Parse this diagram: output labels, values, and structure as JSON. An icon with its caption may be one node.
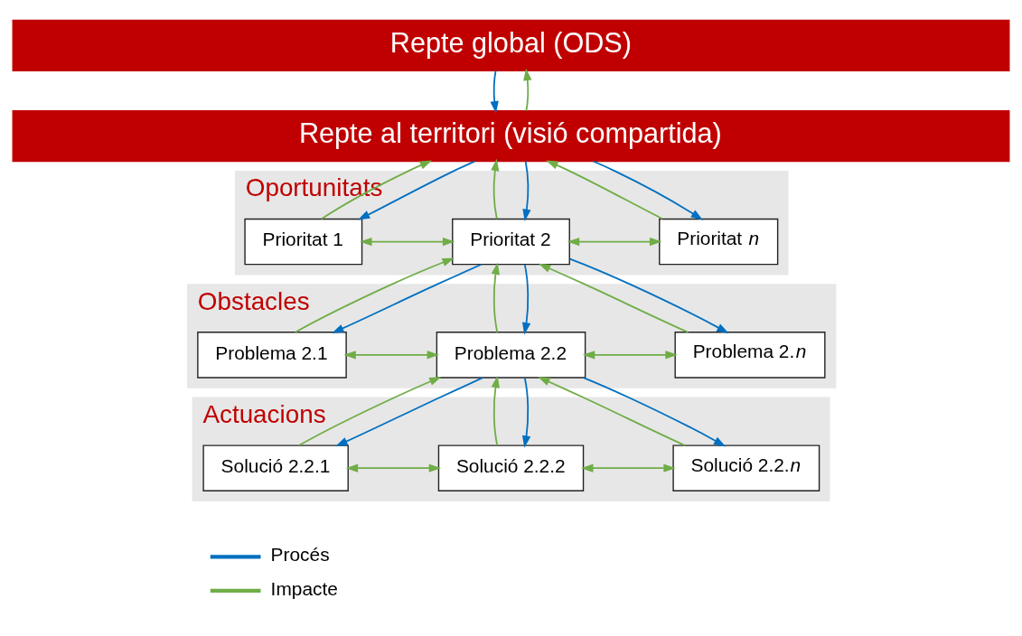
{
  "diagram": {
    "nodes": [
      {
        "text": [
          "Repte global (ODS)"
        ]
      },
      {
        "text": [
          "Repte al territori (visió compartida)"
        ]
      },
      {
        "text": [
          "Oportunitats"
        ]
      },
      {
        "text": [
          "Prioritat 1"
        ],
        "in": 2
      },
      {
        "text": [
          "Prioritat 2"
        ],
        "in": 2
      },
      {
        "text": [
          "Prioritat *n*"
        ],
        "in": 2
      },
      {
        "text": [
          "Obstacles"
        ]
      },
      {
        "text": [
          "Problema 2.1"
        ],
        "in": 6
      },
      {
        "text": [
          "Problema 2.2"
        ],
        "in": 6
      },
      {
        "text": [
          "Problema 2.*n*"
        ],
        "in": 6
      },
      {
        "text": [
          "Actuacions"
        ]
      },
      {
        "text": [
          "Solució 2.2.1"
        ],
        "in": 10
      },
      {
        "text": [
          "Solució 2.2.2"
        ],
        "in": 10
      },
      {
        "text": [
          "Solució 2.2.*n*"
        ],
        "in": 10
      }
    ],
    "edges": [
      {
        "from": 1,
        "to": 0,
        "arrow": "to"
      },
      {
        "from": 0,
        "to": 1,
        "arrow": "to",
        "color": "#0070c0"
      },
      {
        "from": 3,
        "to": 1,
        "arrow": "to"
      },
      {
        "from": 1,
        "to": 3,
        "arrow": "to",
        "color": "#0070c0"
      },
      {
        "from": 4,
        "to": 1,
        "arrow": "to"
      },
      {
        "from": 1,
        "to": 4,
        "arrow": "to",
        "color": "#0070c0"
      },
      {
        "from": 5,
        "to": 1,
        "arrow": "to"
      },
      {
        "from": 1,
        "to": 5,
        "arrow": "to",
        "color": "#0070c0"
      },
      {
        "from": 3,
        "to": 4,
        "arrow": "both"
      },
      {
        "from": 4,
        "to": 5,
        "arrow": "both"
      },
      {
        "from": 4,
        "to": 7,
        "arrow": "to",
        "color": "#0070c0"
      },
      {
        "from": 7,
        "to": 4,
        "arrow": "to"
      },
      {
        "from": 8,
        "to": 4,
        "arrow": "to"
      },
      {
        "from": 4,
        "to": 8,
        "arrow": "to",
        "color": "#0070c0"
      },
      {
        "from": 4,
        "to": 9,
        "arrow": "to",
        "color": "#0070c0"
      },
      {
        "from": 9,
        "to": 4,
        "arrow": "to"
      },
      {
        "from": 7,
        "to": 8,
        "arrow": "both"
      },
      {
        "from": 8,
        "to": 9,
        "arrow": "both"
      },
      {
        "from": 8,
        "to": 11,
        "arrow": "to",
        "color": "#0070c0"
      },
      {
        "from": 11,
        "to": 8,
        "arrow": "to"
      },
      {
        "from": 12,
        "to": 8,
        "arrow": "to"
      },
      {
        "from": 8,
        "to": 12,
        "arrow": "to",
        "color": "#0070c0"
      },
      {
        "from": 8,
        "to": 13,
        "arrow": "to",
        "color": "#0070c0"
      },
      {
        "from": 13,
        "to": 8,
        "arrow": "to"
      },
      {
        "from": 11,
        "to": 12,
        "arrow": "both"
      },
      {
        "from": 12,
        "to": 13,
        "arrow": "both"
      }
    ],
    "legend": [
      {
        "text": "Procés",
        "color": "#0070c0"
      },
      {
        "text": "Impacte",
        "color": "#70ad47"
      }
    ]
  }
}
